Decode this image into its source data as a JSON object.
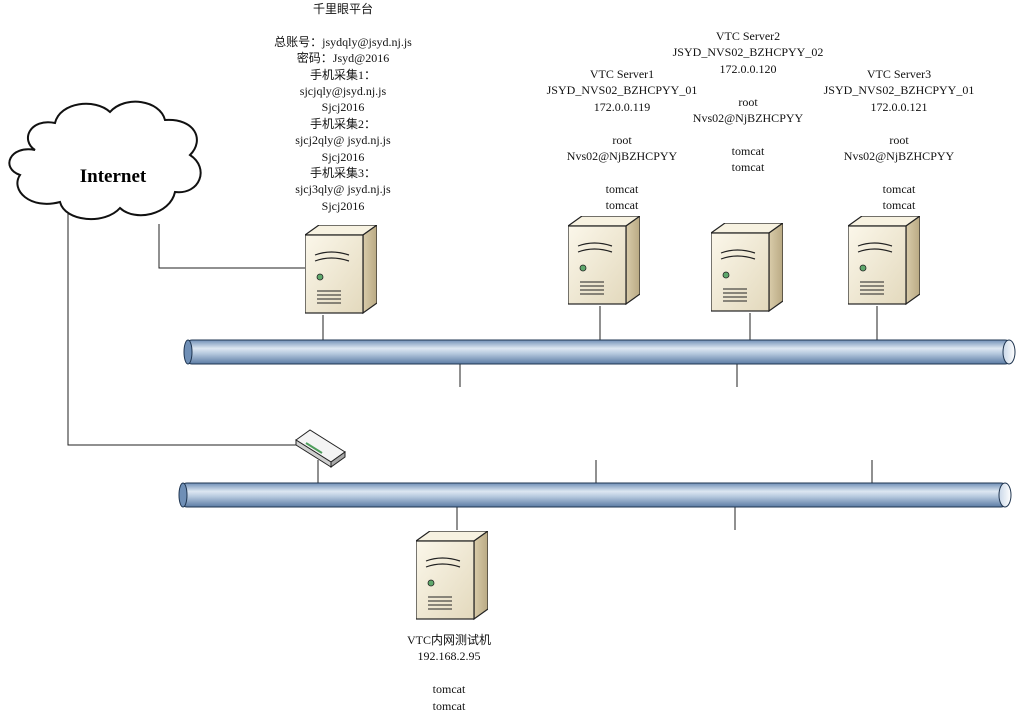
{
  "cloud": {
    "label": "Internet"
  },
  "platform": {
    "title": "千里眼平台",
    "lines": [
      "总账号：jsydqly@jsyd.nj.js",
      "密码：Jsyd@2016",
      "手机采集1：",
      "sjcjqly@jsyd.nj.js",
      "Sjcj2016",
      "手机采集2：",
      "sjcj2qly@ jsyd.nj.js",
      "Sjcj2016",
      "手机采集3：",
      "sjcj3qly@ jsyd.nj.js",
      "Sjcj2016"
    ]
  },
  "server1": {
    "name": "VTC Server1",
    "host": "JSYD_NVS02_BZHCPYY_01",
    "ip": "172.0.0.119",
    "user": "root",
    "password": "Nvs02@NjBZHCPYY",
    "app_user": "tomcat",
    "app_password": "tomcat"
  },
  "server2": {
    "name": "VTC Server2",
    "host": "JSYD_NVS02_BZHCPYY_02",
    "ip": "172.0.0.120",
    "user": "root",
    "password": "Nvs02@NjBZHCPYY",
    "app_user": "tomcat",
    "app_password": "tomcat"
  },
  "server3": {
    "name": "VTC Server3",
    "host": "JSYD_NVS02_BZHCPYY_01",
    "ip": "172.0.0.121",
    "user": "root",
    "password": "Nvs02@NjBZHCPYY",
    "app_user": "tomcat",
    "app_password": "tomcat"
  },
  "test_machine": {
    "name": "VTC内网测试机",
    "ip": "192.168.2.95",
    "app_user": "tomcat",
    "app_password": "tomcat"
  }
}
